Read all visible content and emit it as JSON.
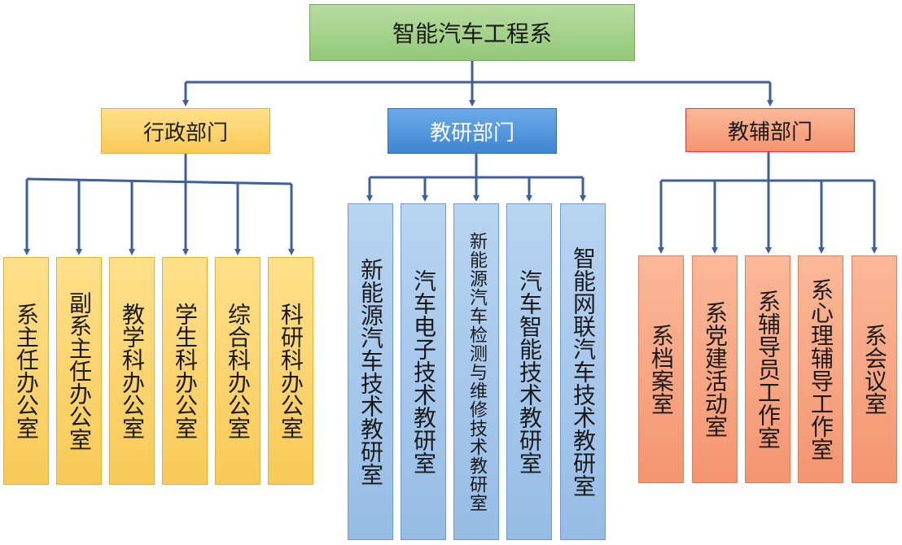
{
  "root": {
    "label": "智能汽车工程系"
  },
  "departments": [
    {
      "label": "行政部门",
      "children": [
        "系主任办公室",
        "副系主任办公室",
        "教学科办公室",
        "学生科办公室",
        "综合科办公室",
        "科研科办公室"
      ]
    },
    {
      "label": "教研部门",
      "children": [
        "新能源汽车技术教研室",
        "汽车电子技术教研室",
        "新能源汽车检测与维修技术教研室",
        "汽车智能技术教研室",
        "智能网联汽车技术教研室"
      ]
    },
    {
      "label": "教辅部门",
      "children": [
        "系档案室",
        "系党建活动室",
        "系辅导员工作室",
        "系心理辅导工作室",
        "系会议室"
      ]
    }
  ],
  "colors": {
    "connector": "#3d5f9a",
    "root_fill": "#a6d38b",
    "admin_fill": "#fbd36b",
    "research_fill": "#4f94dc",
    "research_leaf_fill": "#a7c7ec",
    "support_fill": "#f6a482"
  }
}
